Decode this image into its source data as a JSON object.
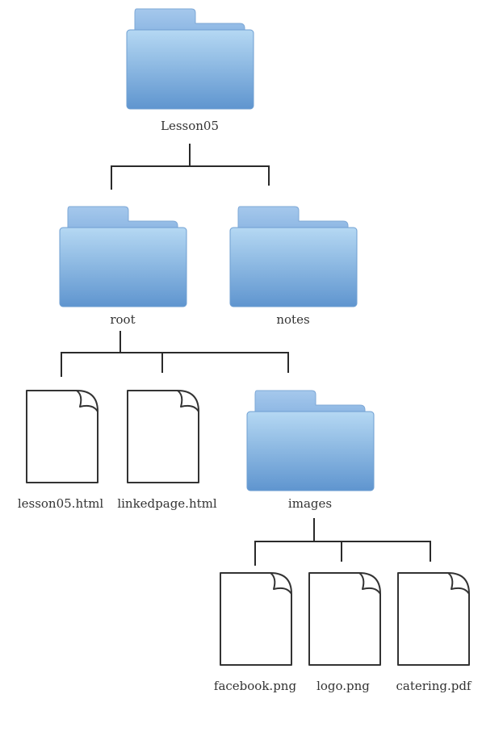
{
  "colors": {
    "folder_top": "#b5d8f3",
    "folder_bottom": "#5f95cf",
    "folder_tab": "#8cb6e3",
    "line": "#2a2a2a",
    "label": "#333333"
  },
  "tree": {
    "lesson05": {
      "label": "Lesson05",
      "icon": "folder-icon"
    },
    "root": {
      "label": "root",
      "icon": "folder-icon"
    },
    "notes": {
      "label": "notes",
      "icon": "folder-icon"
    },
    "lesson05_html": {
      "label": "lesson05.html",
      "icon": "file-icon"
    },
    "linkedpage_html": {
      "label": "linkedpage.html",
      "icon": "file-icon"
    },
    "images": {
      "label": "images",
      "icon": "folder-icon"
    },
    "facebook_png": {
      "label": "facebook.png",
      "icon": "file-icon"
    },
    "logo_png": {
      "label": "logo.png",
      "icon": "file-icon"
    },
    "catering_pdf": {
      "label": "catering.pdf",
      "icon": "file-icon"
    }
  }
}
